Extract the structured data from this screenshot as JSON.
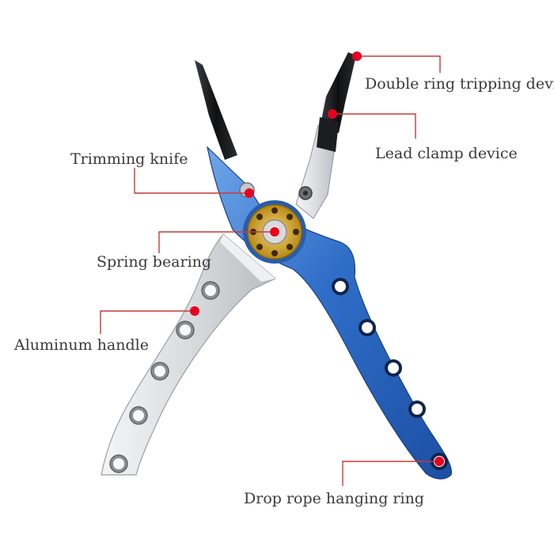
{
  "colors": {
    "accent_red": "#e8001f",
    "leader_line": "#c63a3a",
    "handle_blue": "#2f6ec8",
    "handle_silver": "#d6d9dc",
    "jaw_black": "#15171a",
    "bearing_gold": "#d4a72a"
  },
  "labels": {
    "double_ring": "Double ring tripping device",
    "lead_clamp": "Lead clamp device",
    "trimming_knife": "Trimming knife",
    "spring_bearing": "Spring bearing",
    "aluminum_handle": "Aluminum handle",
    "drop_rope": "Drop rope hanging ring"
  },
  "icons": {
    "tool": "fishing-pliers",
    "marker": "red-dot"
  }
}
